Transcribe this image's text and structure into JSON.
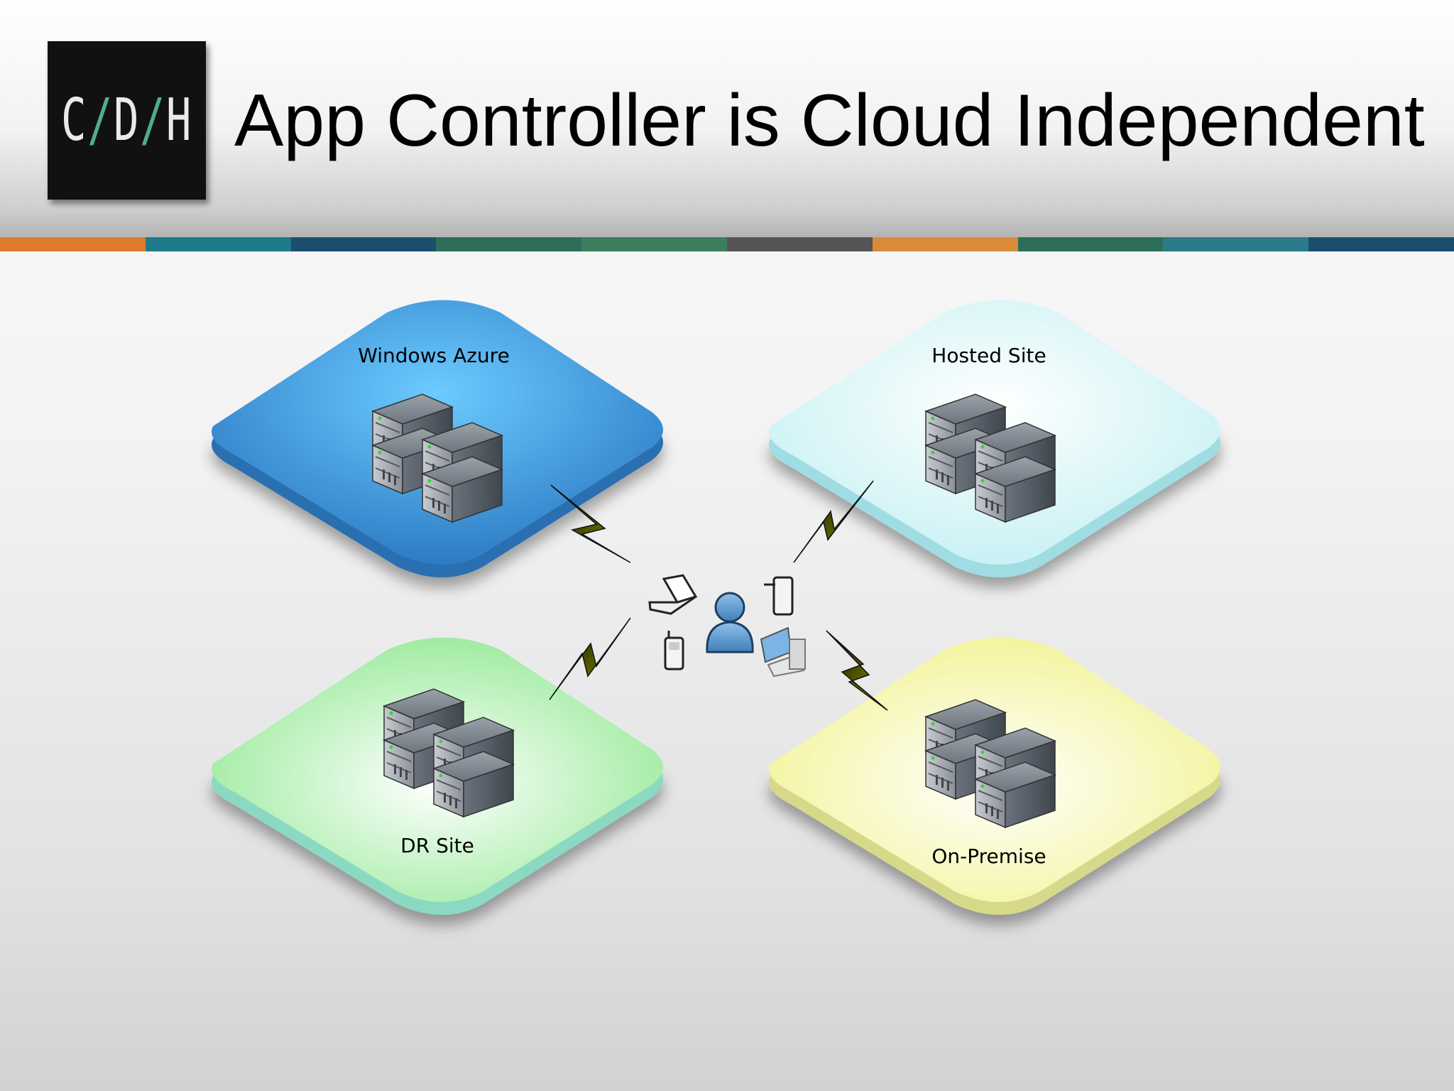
{
  "slide": {
    "title": "App Controller is Cloud Independent",
    "logo_text": "C/D/H"
  },
  "stripe_colors": [
    "#e07b2e",
    "#1f7a8c",
    "#1d4e6e",
    "#2c6e5a",
    "#3a7e5c",
    "#555555",
    "#d98b3a",
    "#2c6e5a",
    "#2a7a8a",
    "#1d4e6e"
  ],
  "sites": [
    {
      "id": "azure",
      "label": "Windows Azure",
      "color_top": "#5ab8f5",
      "color_edge": "#2a78c0"
    },
    {
      "id": "hosted",
      "label": "Hosted Site",
      "color_top": "#e8fbfc",
      "color_edge": "#9fdfe6"
    },
    {
      "id": "dr",
      "label": "DR Site",
      "color_top": "#f4fff2",
      "color_edge": "#8fe29a"
    },
    {
      "id": "onprem",
      "label": "On-Premise",
      "color_top": "#fdfde8",
      "color_edge": "#e6e88a"
    }
  ],
  "center": {
    "icons": [
      "laptop-icon",
      "user-icon",
      "tablet-icon",
      "mobile-phone-icon",
      "desktop-computer-icon"
    ]
  }
}
